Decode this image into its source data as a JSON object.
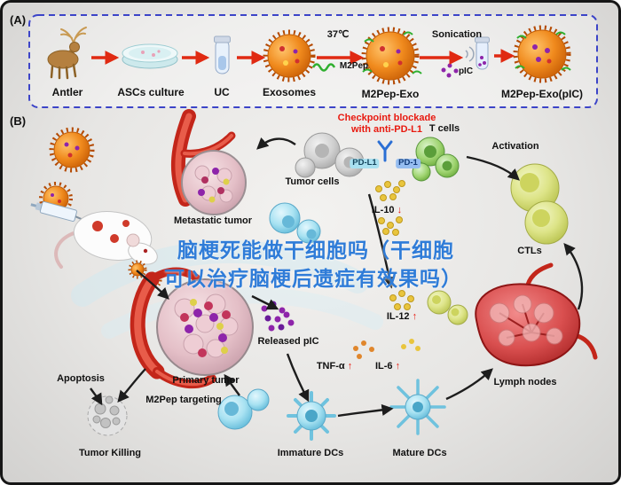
{
  "figure": {
    "panel_a": {
      "label": "(A)",
      "steps": [
        "Antler",
        "ASCs culture",
        "UC",
        "Exosomes",
        "M2Pep-Exo",
        "M2Pep-Exo(pIC)"
      ],
      "annotations": {
        "temp": "37℃",
        "m2pep": "M2Pep",
        "sonication": "Sonication",
        "pic": "pIC"
      }
    },
    "panel_b": {
      "label": "(B)",
      "labels": {
        "checkpoint_line1": "Checkpoint blockade",
        "checkpoint_line2": "with anti-PD-L1",
        "t_cells": "T cells",
        "pd_l1": "PD-L1",
        "pd_1": "PD-1",
        "tumor_cells": "Tumor cells",
        "activation": "Activation",
        "metastatic_tumor": "Metastatic tumor",
        "il10": "IL-10",
        "il10_arrow": "↓",
        "ctls": "CTLs",
        "il12": "IL-12",
        "il12_arrow": "↑",
        "released_pic": "Released pIC",
        "tnf": "TNF-α",
        "tnf_arrow": "↑",
        "il6": "IL-6",
        "il6_arrow": "↑",
        "lymph_nodes": "Lymph nodes",
        "apoptosis": "Apoptosis",
        "primary_tumor": "Primary tumor",
        "m2pep_targeting": "M2Pep targeting",
        "tumor_killing": "Tumor Killing",
        "immature_dcs": "Immature DCs",
        "mature_dcs": "Mature DCs"
      }
    },
    "watermark": {
      "line1": "脑梗死能做干细胞吗（干细胞",
      "line2": "可以治疗脑梗后遗症有效果吗）"
    },
    "colors": {
      "accent_red": "#e02a12",
      "checkpoint_red": "#e8190f",
      "watermark_blue": "#2f7cd8",
      "panel_border_blue": "#3c44c8",
      "exosome_orange": "#e8720c",
      "pic_purple": "#8e24aa"
    },
    "icons": [
      "deer-icon",
      "petri-dish-icon",
      "centrifuge-tube-icon",
      "exosome-icon",
      "sonication-tube-icon",
      "syringe-icon",
      "mouse-icon",
      "blood-vessel-icon",
      "tumor-icon",
      "t-cell-icon",
      "ctl-cell-icon",
      "macrophage-icon",
      "dendritic-cell-icon",
      "lymph-node-icon",
      "apoptotic-cell-icon",
      "cytokine-dots-icon",
      "pic-dots-icon",
      "antibody-icon"
    ]
  }
}
